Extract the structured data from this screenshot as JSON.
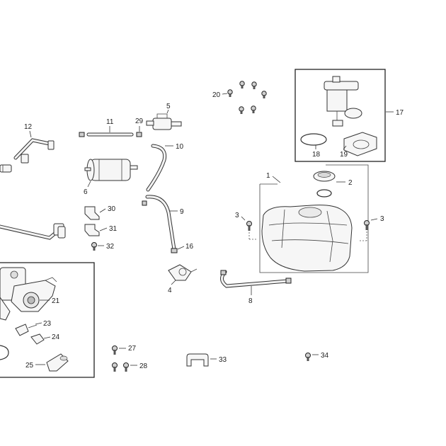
{
  "diagram": {
    "callouts": {
      "c1": "1",
      "c2": "2",
      "c3a": "3",
      "c3b": "3",
      "c4": "4",
      "c5": "5",
      "c6": "6",
      "c8": "8",
      "c9": "9",
      "c10": "10",
      "c11": "11",
      "c12": "12",
      "c16": "16",
      "c17": "17",
      "c18": "18",
      "c19": "19",
      "c20": "20",
      "c21": "21",
      "c23": "23",
      "c24": "24",
      "c25": "25",
      "c27": "27",
      "c28": "28",
      "c29": "29",
      "c30": "30",
      "c31": "31",
      "c32": "32",
      "c33": "33",
      "c34": "34"
    }
  }
}
